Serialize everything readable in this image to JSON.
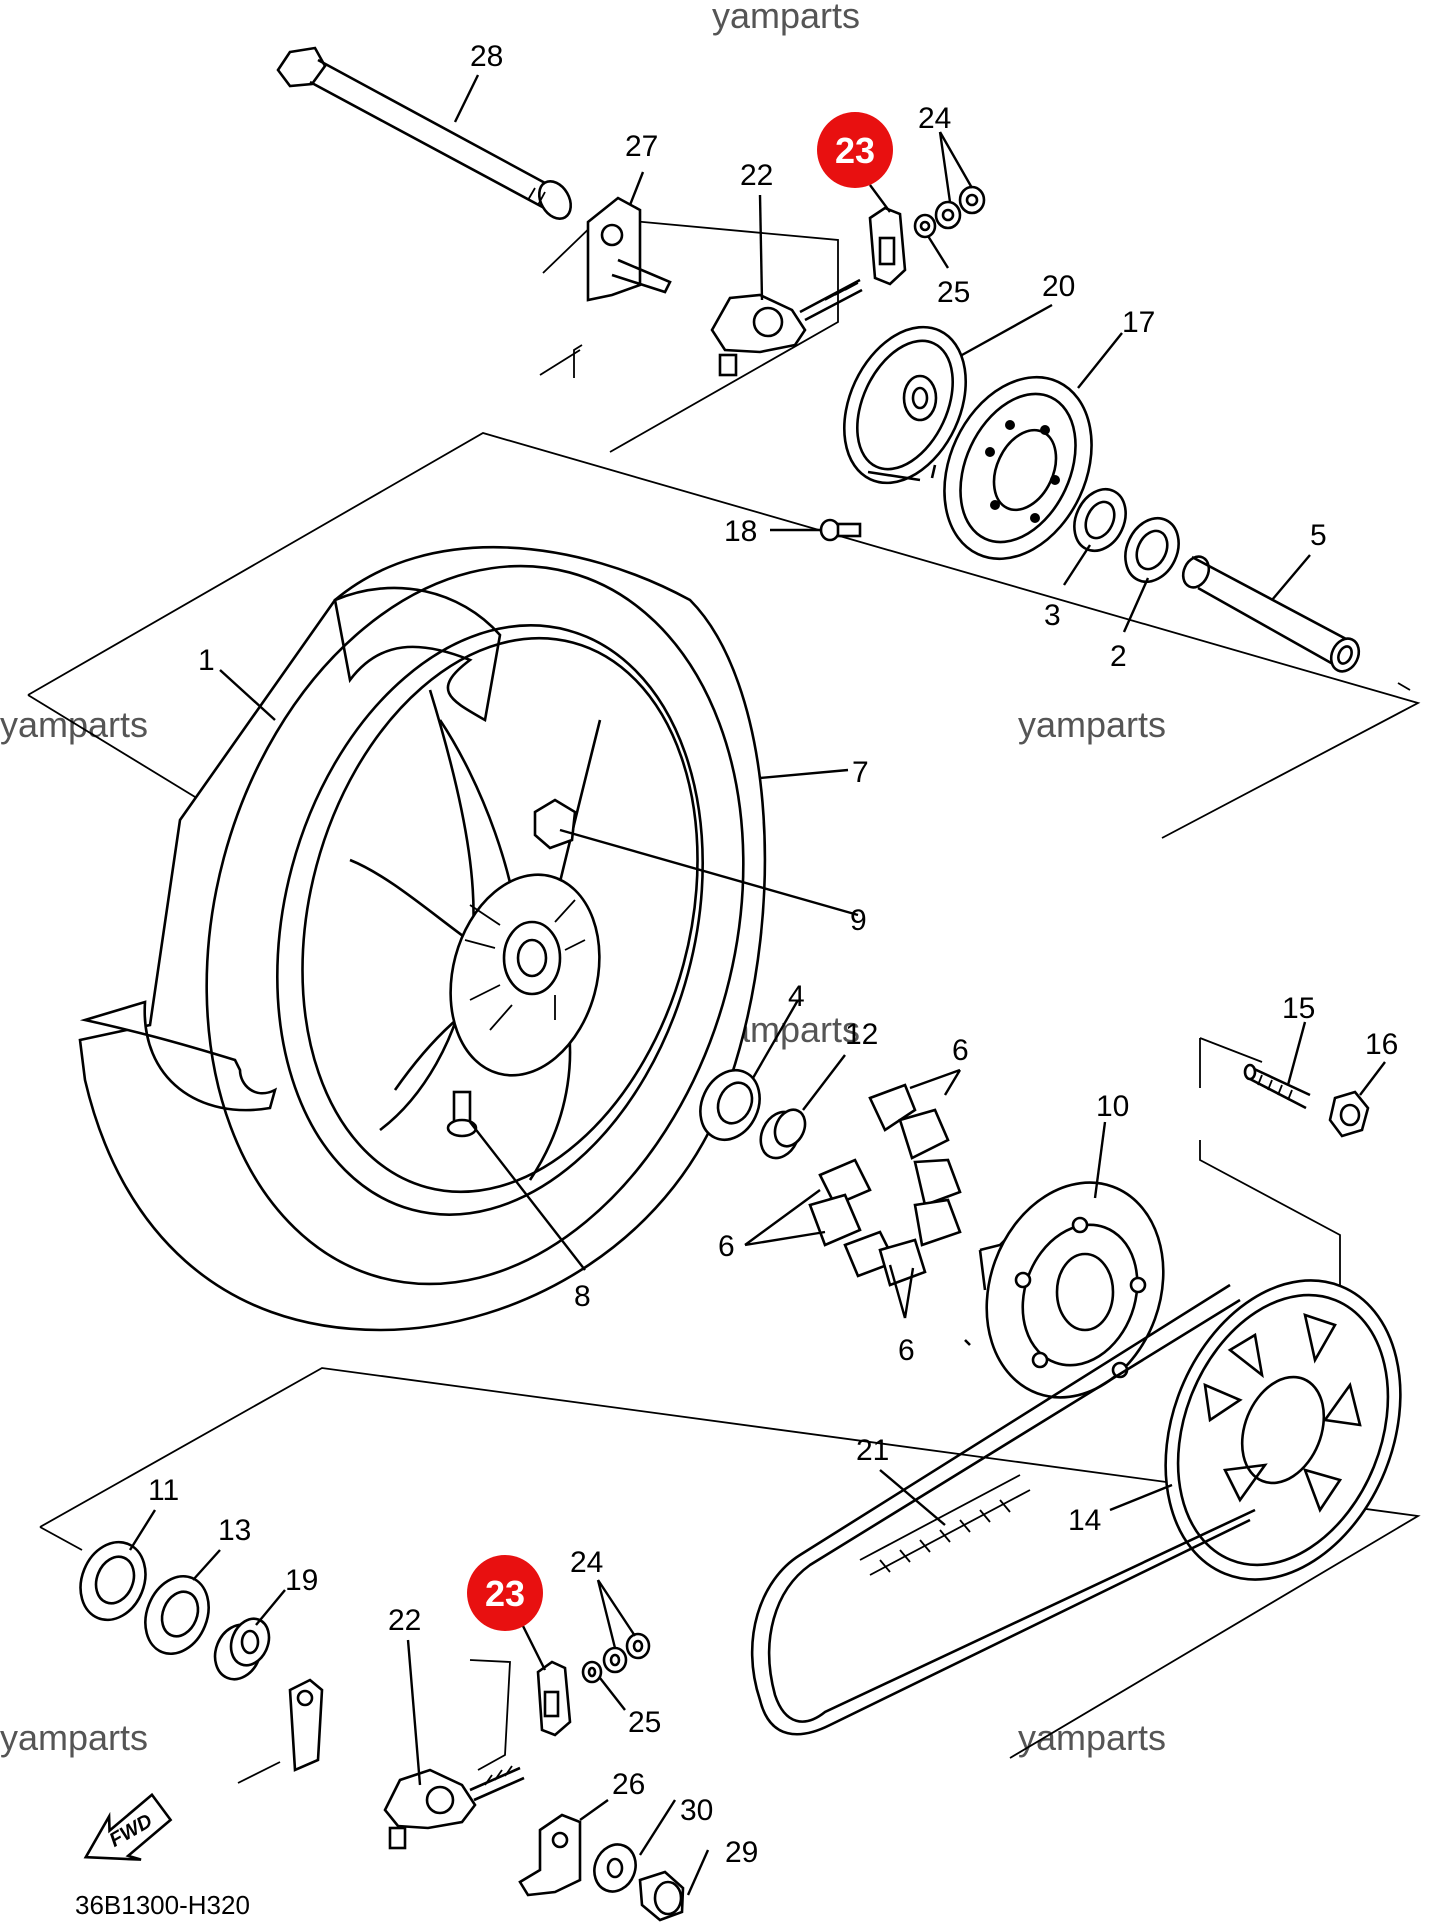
{
  "watermark": "yamparts",
  "diagram_code": "36B1300-H320",
  "fwd_label": "FWD",
  "highlight_color": "#e81010",
  "highlighted_part": "23",
  "callouts": {
    "c1": "1",
    "c2": "2",
    "c3": "3",
    "c4": "4",
    "c5": "5",
    "c6a": "6",
    "c6b": "6",
    "c6c": "6",
    "c7": "7",
    "c8": "8",
    "c9": "9",
    "c10": "10",
    "c11": "11",
    "c12": "12",
    "c13": "13",
    "c14": "14",
    "c15": "15",
    "c16": "16",
    "c17": "17",
    "c18": "18",
    "c19": "19",
    "c20": "20",
    "c21": "21",
    "c22a": "22",
    "c22b": "22",
    "c23a": "23",
    "c23b": "23",
    "c24a": "24",
    "c24b": "24",
    "c25a": "25",
    "c25b": "25",
    "c26": "26",
    "c27": "27",
    "c28": "28",
    "c29": "29",
    "c30": "30"
  }
}
